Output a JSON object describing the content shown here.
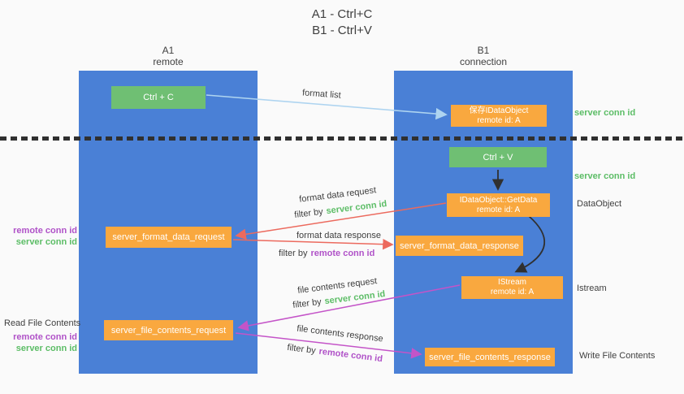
{
  "title": {
    "line1": "A1 - Ctrl+C",
    "line2": "B1 - Ctrl+V"
  },
  "lanes": {
    "left": {
      "name": "A1",
      "subtitle": "remote"
    },
    "right": {
      "name": "B1",
      "subtitle": "connection"
    }
  },
  "nodes": {
    "ctrl_c": {
      "label": "Ctrl + C"
    },
    "save_idataobject": {
      "line1": "保存IDataObject",
      "line2": "remote id: A"
    },
    "ctrl_v": {
      "label": "Ctrl + V"
    },
    "getdata": {
      "line1": "IDataObject::GetData",
      "line2": "remote id: A"
    },
    "server_format_data_request": {
      "label": "server_format_data_request"
    },
    "server_format_data_response": {
      "label": "server_format_data_response"
    },
    "istream": {
      "line1": "IStream",
      "line2": "remote id: A"
    },
    "server_file_contents_request": {
      "label": "server_file_contents_request"
    },
    "server_file_contents_response": {
      "label": "server_file_contents_response"
    }
  },
  "arrows": {
    "format_list": {
      "label": "format list"
    },
    "format_data_request": {
      "label": "format data request",
      "filter_prefix": "filter by",
      "filter_value": "server conn id"
    },
    "format_data_response": {
      "label": "format data response",
      "filter_prefix": "filter by",
      "filter_value": "remote conn id"
    },
    "file_contents_request": {
      "label": "file contents request",
      "filter_prefix": "filter by",
      "filter_value": "server conn id"
    },
    "file_contents_response": {
      "label": "file contents response",
      "filter_prefix": "filter by",
      "filter_value": "remote conn id"
    }
  },
  "annotations": {
    "server_conn_id_right_1": "server conn id",
    "server_conn_id_right_2": "server conn id",
    "data_object": "DataObject",
    "istream": "Istream",
    "write_file_contents": "Write File Contents",
    "read_file_contents": "Read File Contents",
    "left_top": {
      "remote": "remote conn id",
      "server": "server conn id"
    },
    "left_bottom": {
      "remote": "remote conn id",
      "server": "server conn id"
    }
  },
  "colors": {
    "lane_blue": "#4a80d6",
    "box_green": "#6fbf73",
    "box_orange": "#f9a83f",
    "text_green": "#5cbd66",
    "text_purple": "#b052c8",
    "arrow_red": "#ec6a5e",
    "arrow_magenta": "#c454c8",
    "arrow_blue": "#aed4f0",
    "arrow_black": "#303030",
    "text_dark": "#3f3f3f",
    "background": "#fafafa"
  }
}
